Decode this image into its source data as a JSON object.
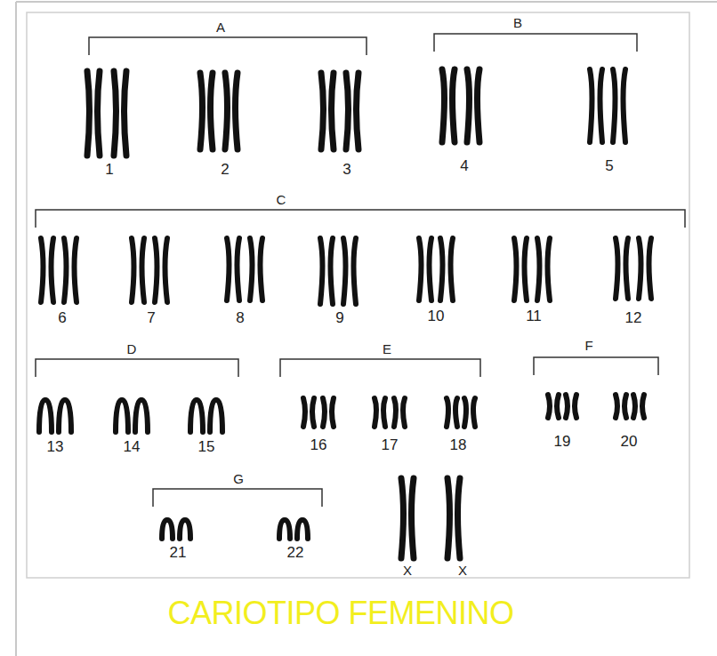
{
  "diagram": {
    "caption": "CARIOTIPO FEMENINO",
    "labels": [
      "A",
      "1",
      "2",
      "3",
      "B",
      "4",
      "5",
      "C",
      "6",
      "7",
      "8",
      "9",
      "10",
      "11",
      "12",
      "D",
      "13",
      "14",
      "15",
      "E",
      "16",
      "17",
      "18",
      "F",
      "19",
      "20",
      "G",
      "21",
      "22",
      "X",
      "X"
    ]
  }
}
